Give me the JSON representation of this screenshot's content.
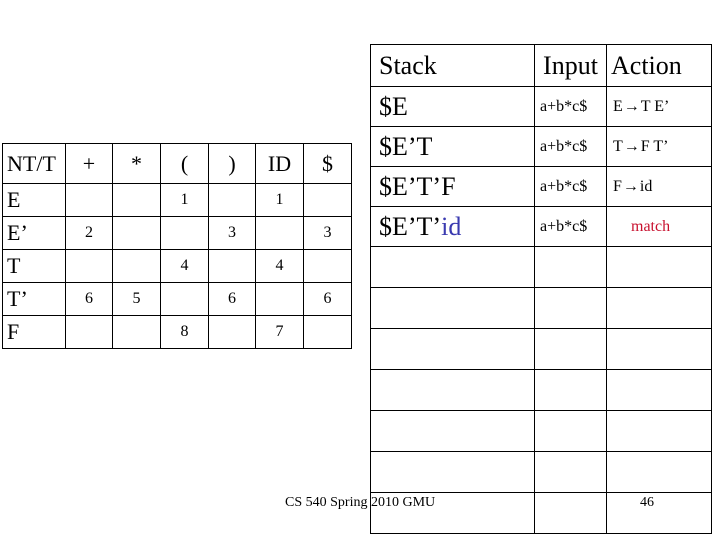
{
  "parse_table": {
    "headers": [
      "NT/T",
      "+",
      "*",
      "(",
      ")",
      "ID",
      "$"
    ],
    "rows": [
      {
        "nt": "E",
        "cells": [
          "",
          "",
          "1",
          "",
          "1",
          ""
        ]
      },
      {
        "nt": "E’",
        "cells": [
          "2",
          "",
          "",
          "3",
          "",
          "3"
        ]
      },
      {
        "nt": "T",
        "cells": [
          "",
          "",
          "4",
          "",
          "4",
          ""
        ]
      },
      {
        "nt": "T’",
        "cells": [
          "6",
          "5",
          "",
          "6",
          "",
          "6"
        ]
      },
      {
        "nt": "F",
        "cells": [
          "",
          "",
          "8",
          "",
          "7",
          ""
        ]
      }
    ]
  },
  "trace": {
    "headers": {
      "stack": "Stack",
      "input": "Input",
      "action": "Action"
    },
    "rows": [
      {
        "stack": "$E",
        "stack_extra": "",
        "input": "a+b*c$",
        "action_lhs": "E",
        "arrow": "→",
        "action_rhs": "T E’",
        "action_match": ""
      },
      {
        "stack": "$E’T",
        "stack_extra": "",
        "input": "a+b*c$",
        "action_lhs": "T",
        "arrow": "→",
        "action_rhs": "F T’",
        "action_match": ""
      },
      {
        "stack": "$E’T’F",
        "stack_extra": "",
        "input": "a+b*c$",
        "action_lhs": "F",
        "arrow": "→",
        "action_rhs": "id",
        "action_match": ""
      },
      {
        "stack": "$E’T’",
        "stack_extra": "id",
        "input": "a+b*c$",
        "action_lhs": "",
        "arrow": "",
        "action_rhs": "",
        "action_match": "match"
      }
    ]
  },
  "footer": "CS 540 Spring 2010 GMU",
  "page_number": "46",
  "colors": {
    "stack_top": "#3a3ab0",
    "match_action": "#c8102e"
  }
}
